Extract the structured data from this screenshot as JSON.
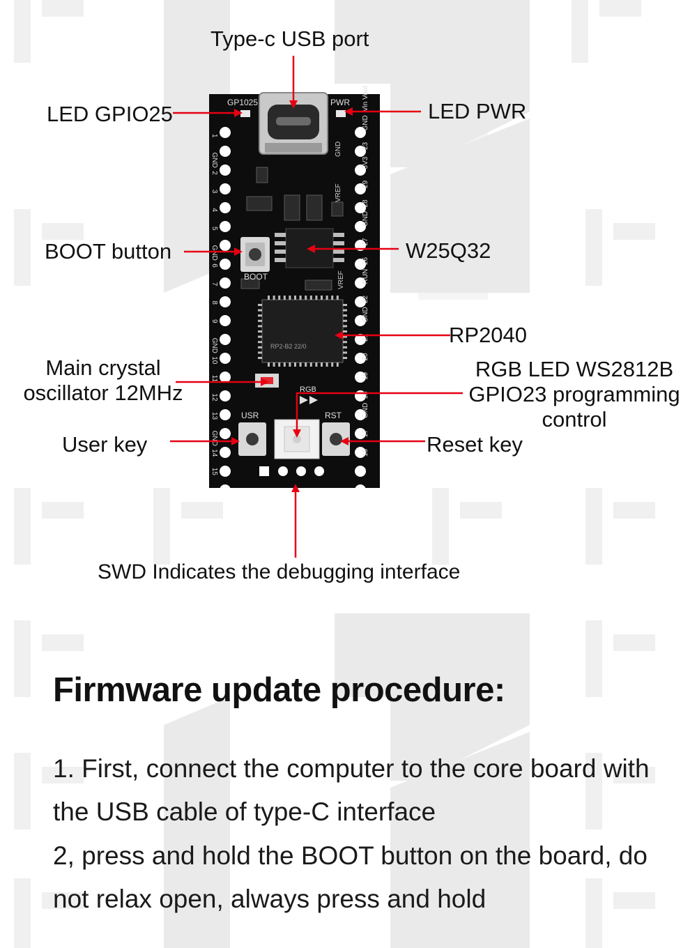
{
  "labels": {
    "usb_port": "Type-c USB port",
    "led_gpio25": "LED GPIO25",
    "led_pwr": "LED PWR",
    "boot_button": "BOOT button",
    "flash": "W25Q32",
    "mcu": "RP2040",
    "crystal_line1": "Main crystal",
    "crystal_line2": "oscillator 12MHz",
    "rgb_line1": "RGB LED WS2812B",
    "rgb_line2": "GPIO23 programming",
    "rgb_line3": "control",
    "user_key": "User key",
    "reset_key": "Reset key",
    "swd": "SWD Indicates the debugging interface"
  },
  "silkscreen": {
    "gp1025": "GP1025",
    "pwr": "PWR",
    "boot": "BOOT",
    "usr": "USR",
    "rst": "RST",
    "rgb": "RGB",
    "chip_mark": "RP2-B2  22/0",
    "left_pins": [
      "1",
      "GND",
      "2",
      "3",
      "4",
      "5",
      "GND",
      "6",
      "7",
      "8",
      "9",
      "GND",
      "10",
      "11",
      "12",
      "13",
      "GND",
      "14",
      "15"
    ],
    "right_pins": [
      "Vin Vout",
      "GND",
      "23",
      "3V3",
      "29",
      "28",
      "GND",
      "27",
      "26",
      "RUN",
      "22",
      "GND",
      "21",
      "20",
      "19",
      "18",
      "GND",
      "17",
      "16"
    ],
    "gnd_inner": "GND",
    "vref_inner": "VREF",
    "vref_inner2": "VREF"
  },
  "procedure": {
    "heading": "Firmware update procedure:",
    "step1": "1. First, connect the computer to the core board with the USB cable of type-C interface",
    "step2": "2, press and hold the BOOT button on the board, do not relax open, always press and hold"
  },
  "colors": {
    "pointer": "#e60012",
    "board": "#0d0d0d",
    "pad": "#ffffff",
    "watermark": "#d2d2d2"
  }
}
